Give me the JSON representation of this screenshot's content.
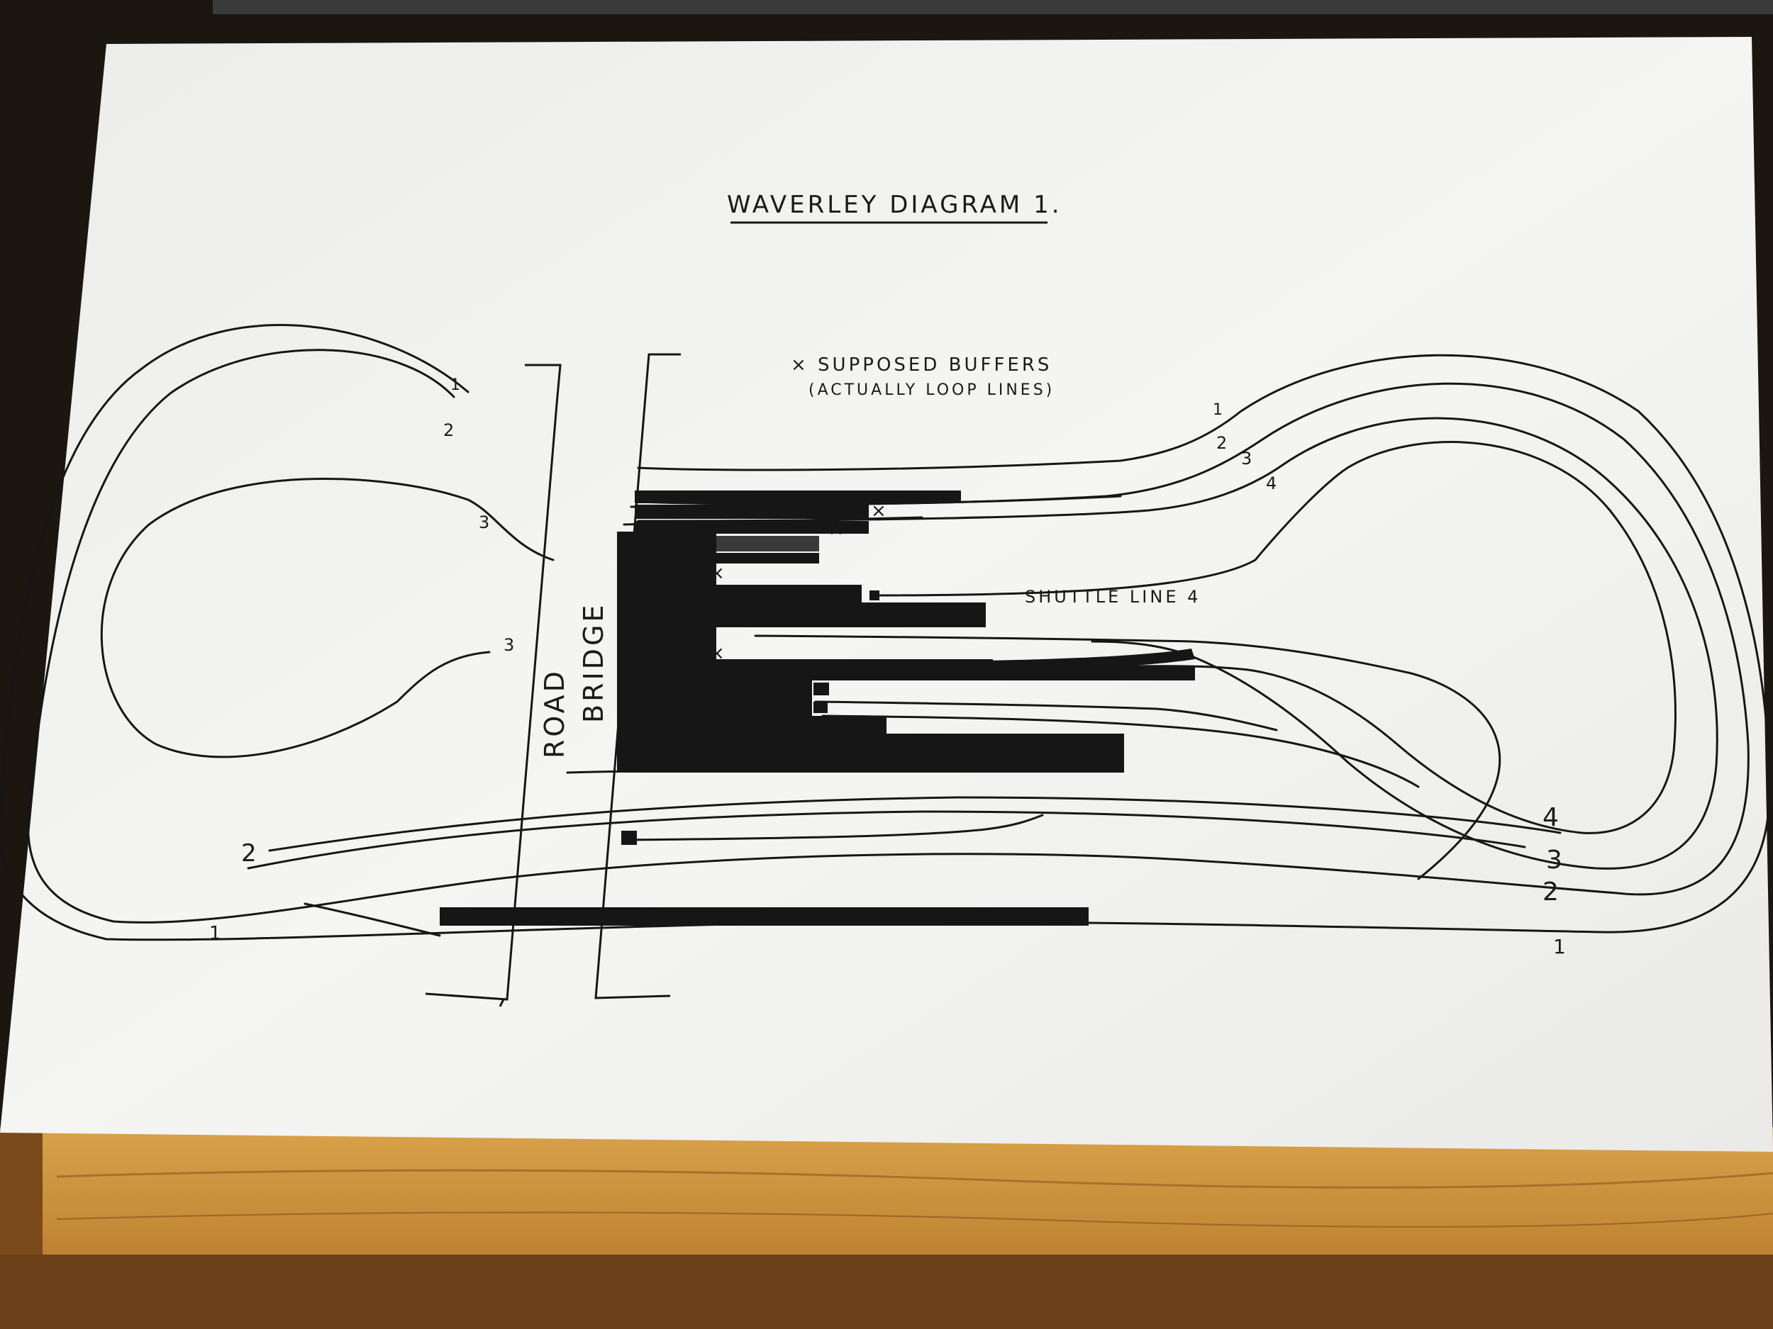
{
  "title": "WAVERLEY DIAGRAM 1.",
  "note_line1": "× SUPPOSED BUFFERS",
  "note_line2": "(ACTUALLY LOOP LINES)",
  "shuttle_label": "SHUTTLE LINE 4",
  "road_word": "ROAD",
  "bridge_word": "BRIDGE",
  "buffer_mark": "×",
  "track_numbers": {
    "top_left_1": "1",
    "top_left_2": "2",
    "top_left_3": "3",
    "mid_left_3": "3",
    "bottom_left_2": "2",
    "bottom_left_1": "1",
    "top_right_1": "1",
    "top_right_2": "2",
    "top_right_3": "3",
    "top_right_4": "4",
    "bottom_right_4": "4",
    "bottom_right_3": "3",
    "bottom_right_2": "2",
    "bottom_right_1": "1"
  },
  "colors": {
    "background": "#1b1610",
    "paper": "#f2f2f0",
    "ink": "#161616",
    "wood": "#c8933f",
    "wood_dark": "#8a5a22"
  }
}
